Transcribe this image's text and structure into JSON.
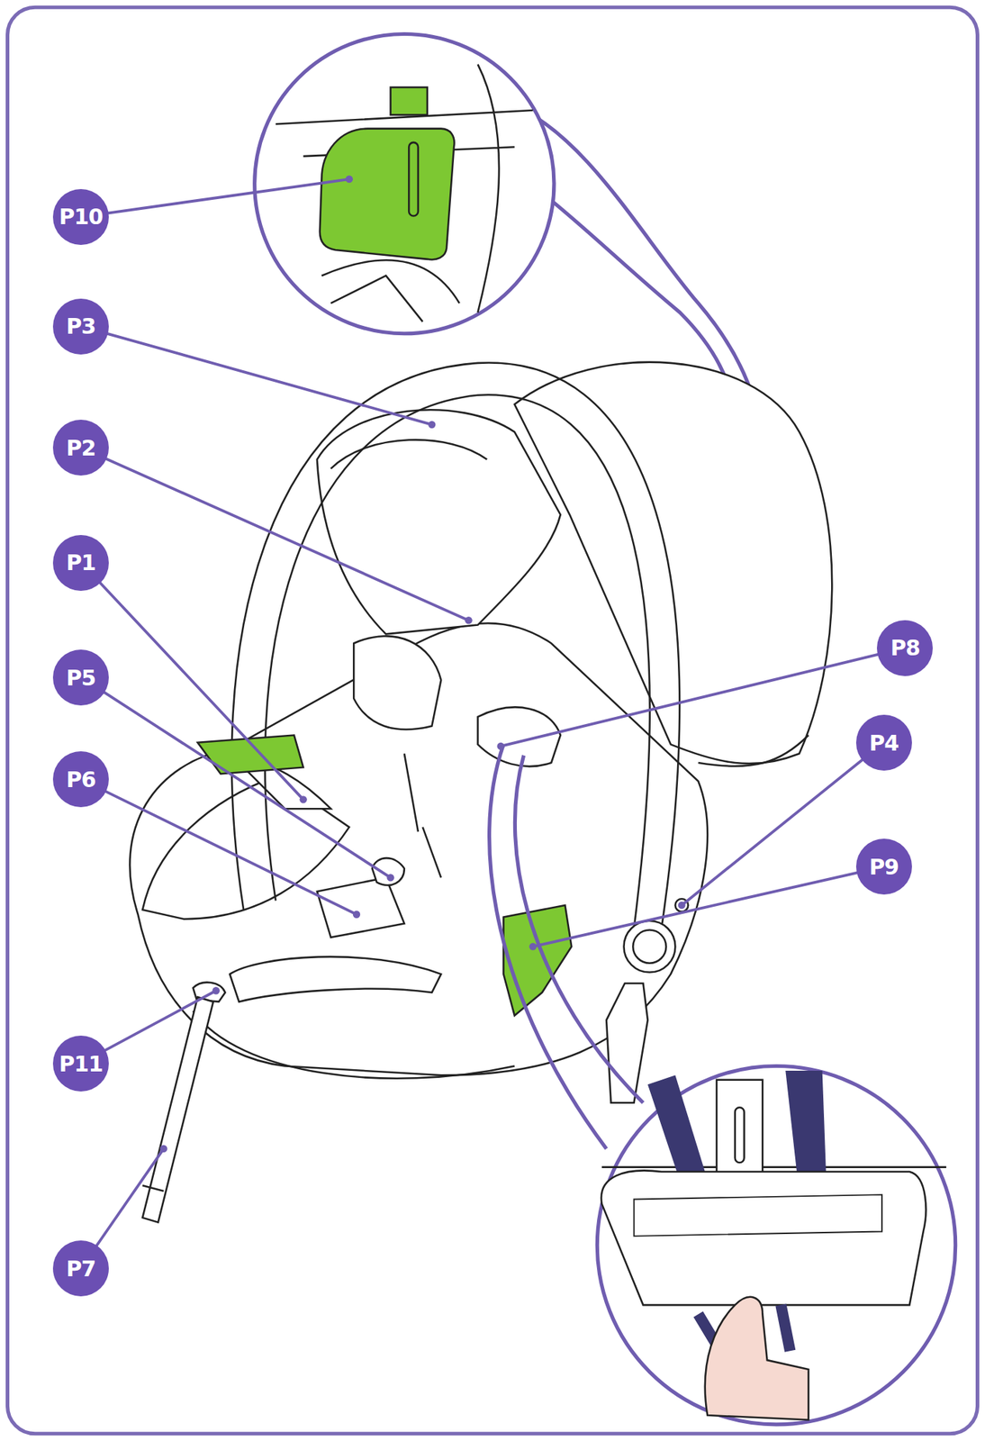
{
  "diagram": {
    "labels": [
      "P10",
      "P3",
      "P2",
      "P1",
      "P5",
      "P6",
      "P11",
      "P7",
      "P8",
      "P4",
      "P9"
    ]
  }
}
